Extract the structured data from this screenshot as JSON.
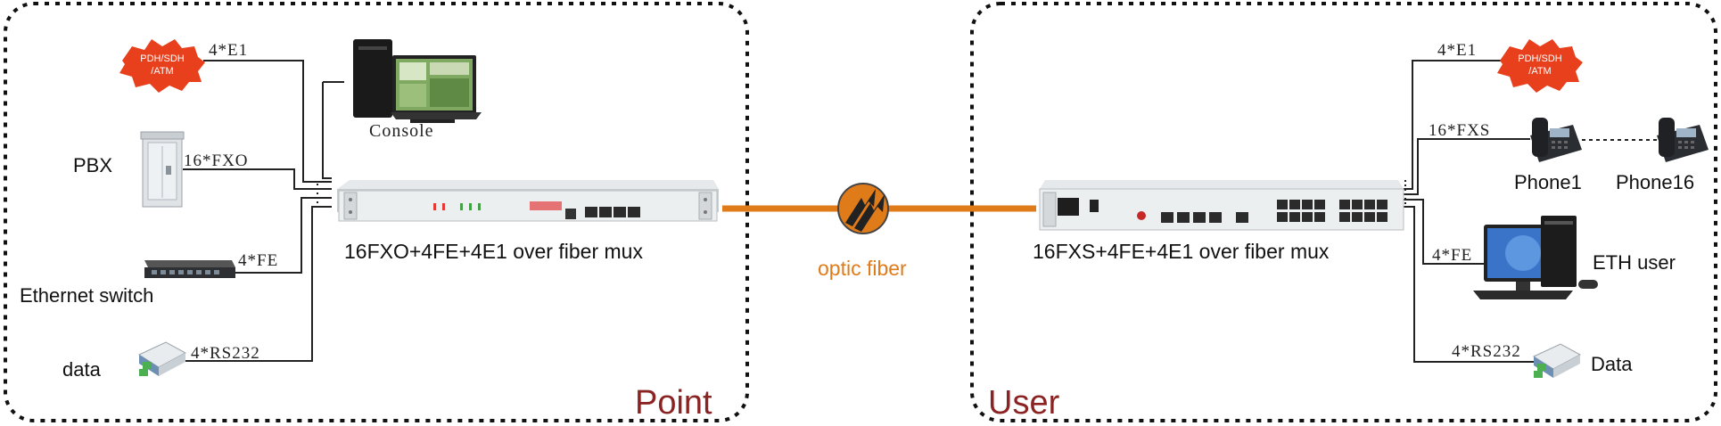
{
  "left_panel": {
    "region_label": "Point",
    "device_caption": "16FXO+4FE+4E1 over fiber mux",
    "pdh_badge": [
      "PDH/SDH",
      "/ATM"
    ],
    "links": {
      "e1": "4*E1",
      "fxo": "16*FXO",
      "fe": "4*FE",
      "rs232": "4*RS232"
    },
    "labels": {
      "console": "Console",
      "pbx": "PBX",
      "switch": "Ethernet switch",
      "data": "data"
    }
  },
  "center": {
    "fiber_label": "optic fiber"
  },
  "right_panel": {
    "region_label": "User",
    "device_caption": "16FXS+4FE+4E1 over fiber mux",
    "pdh_badge": [
      "PDH/SDH",
      "/ATM"
    ],
    "links": {
      "e1": "4*E1",
      "fxs": "16*FXS",
      "fe": "4*FE",
      "rs232": "4*RS232"
    },
    "labels": {
      "phone1": "Phone1",
      "phone16": "Phone16",
      "eth_user": "ETH user",
      "data": "Data"
    }
  },
  "colors": {
    "region_text": "#8b2323",
    "fiber": "#e07b1a",
    "badge": "#e8401c"
  }
}
